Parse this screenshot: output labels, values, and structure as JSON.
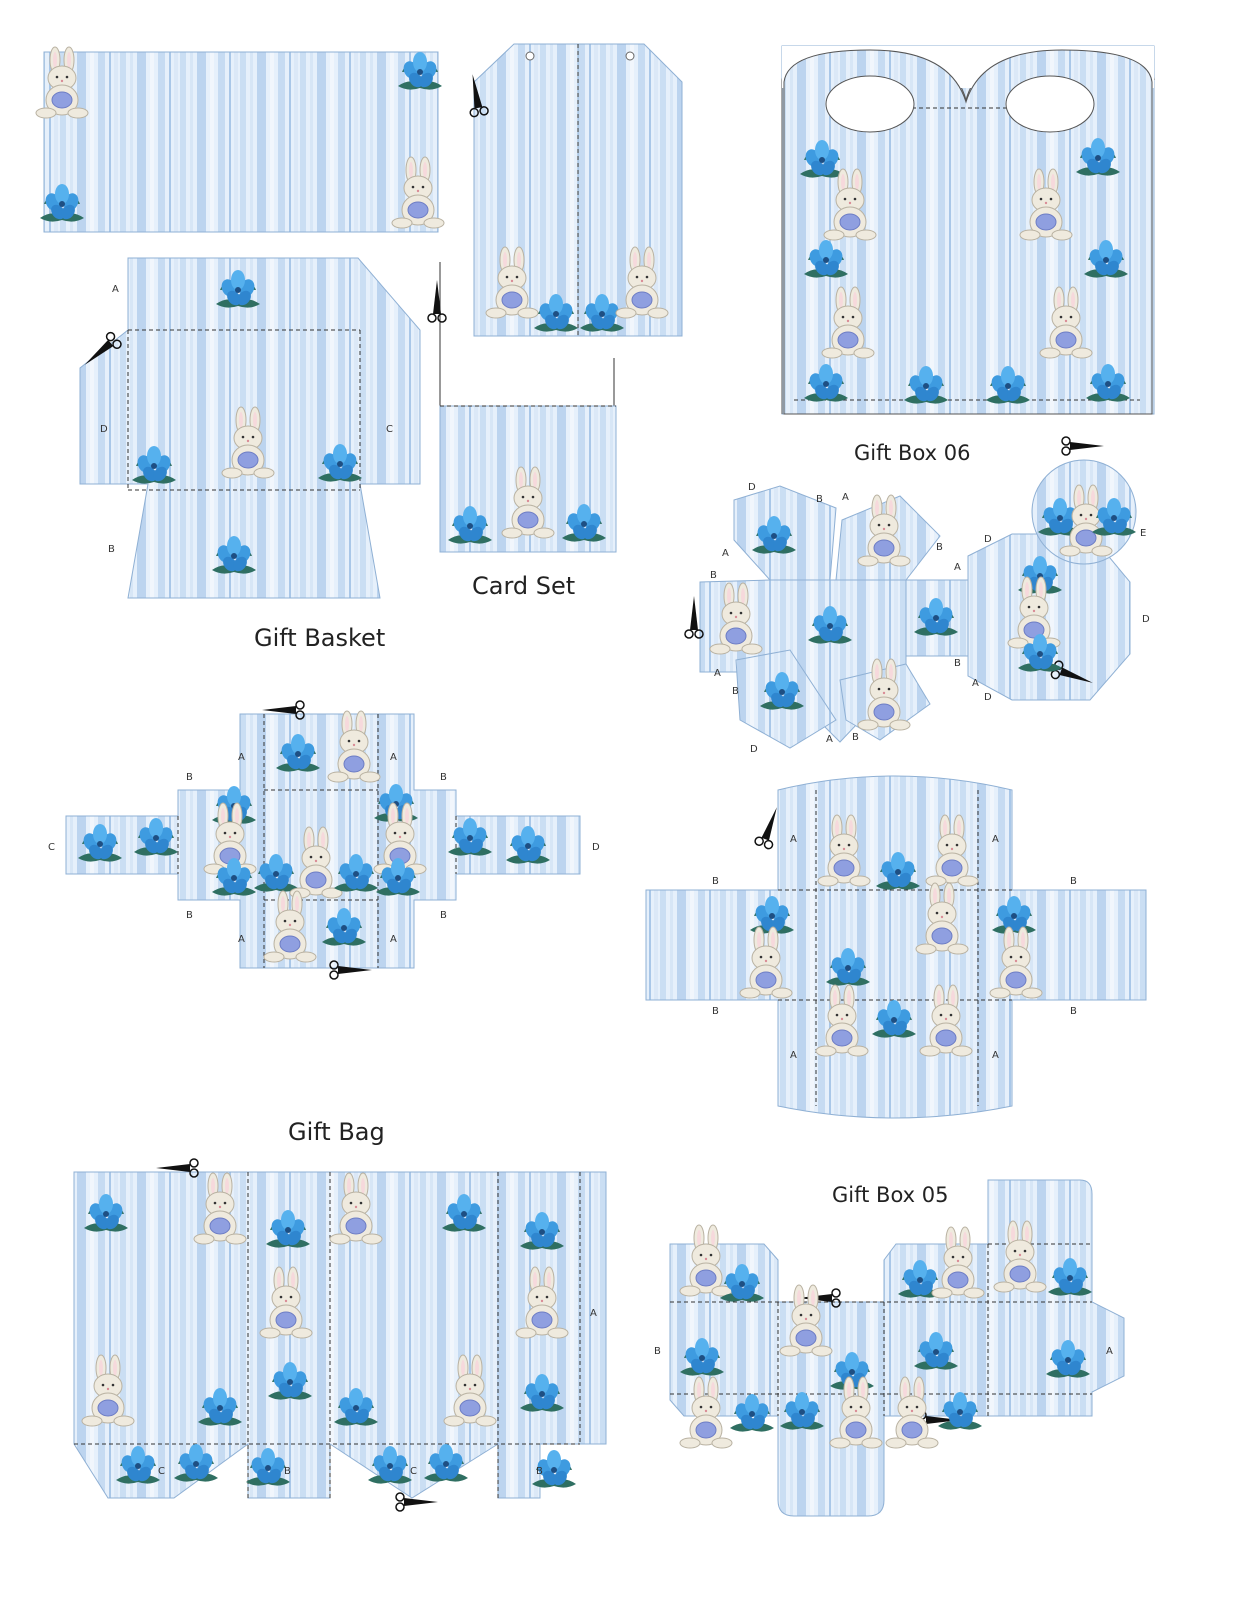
{
  "titles": {
    "gift_box_06": "Gift Box 06",
    "card_set": "Card Set",
    "gift_basket": "Gift Basket",
    "gift_bag": "Gift Bag",
    "gift_box_05": "Gift Box 05"
  },
  "fold_labels": {
    "a": "A",
    "b": "B",
    "c": "C",
    "d": "D",
    "e": "E"
  },
  "colors": {
    "stripe_light": "#e6f0fb",
    "stripe_mid": "#cadef3",
    "stripe_dark": "#a9c7e8",
    "flower_blue": "#3e9be0",
    "leaf_green": "#2f6f62",
    "bunny": "#efeade",
    "egg": "#8f9fe0"
  },
  "icons": [
    "scissors-icon",
    "bunny-icon",
    "flower-icon",
    "fold-arrow-icon"
  ]
}
